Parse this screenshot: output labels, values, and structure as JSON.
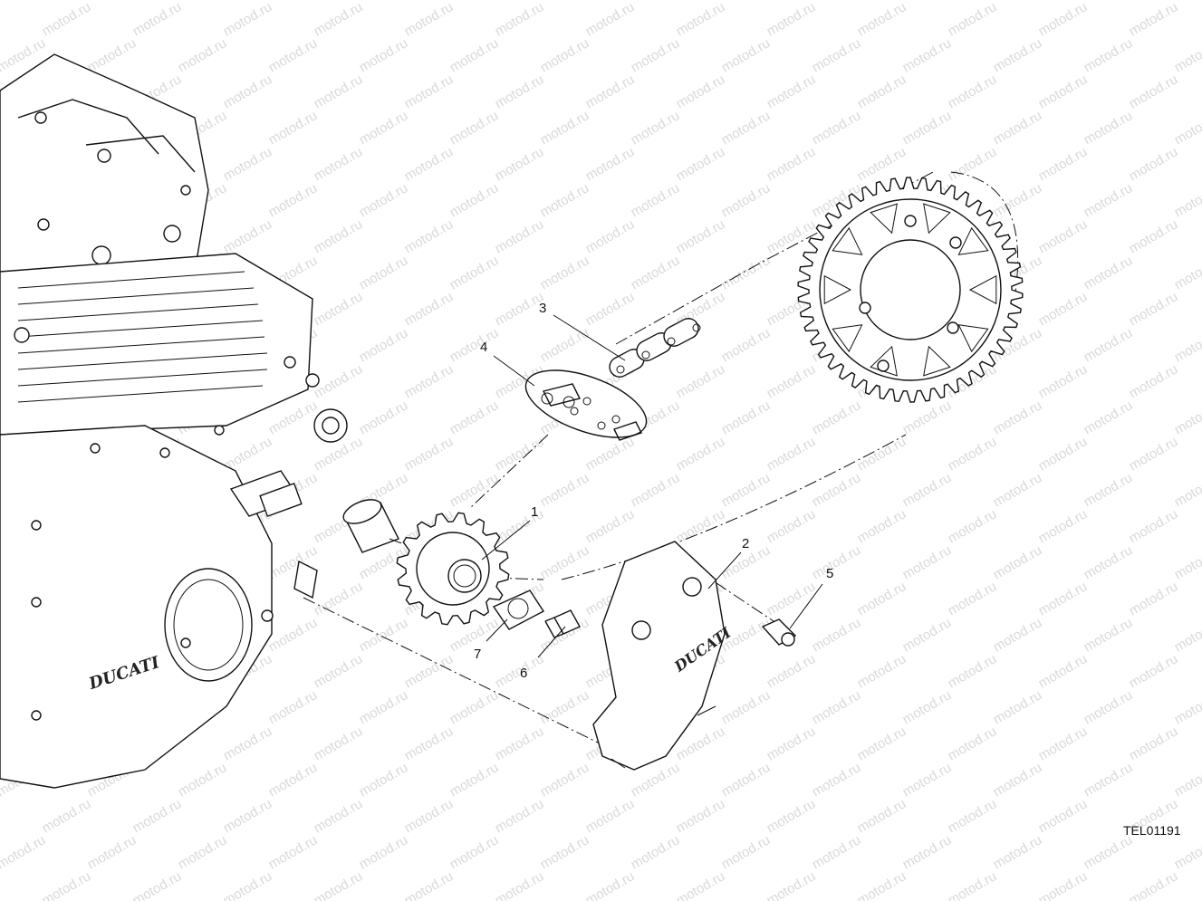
{
  "watermark": {
    "text": "motod.ru"
  },
  "callouts": [
    {
      "id": "1",
      "label": "1"
    },
    {
      "id": "2",
      "label": "2"
    },
    {
      "id": "3",
      "label": "3"
    },
    {
      "id": "4",
      "label": "4"
    },
    {
      "id": "5",
      "label": "5"
    },
    {
      "id": "6",
      "label": "6"
    },
    {
      "id": "7",
      "label": "7"
    }
  ],
  "reference_code": "TEL01191",
  "logo_text": "DUCATI"
}
